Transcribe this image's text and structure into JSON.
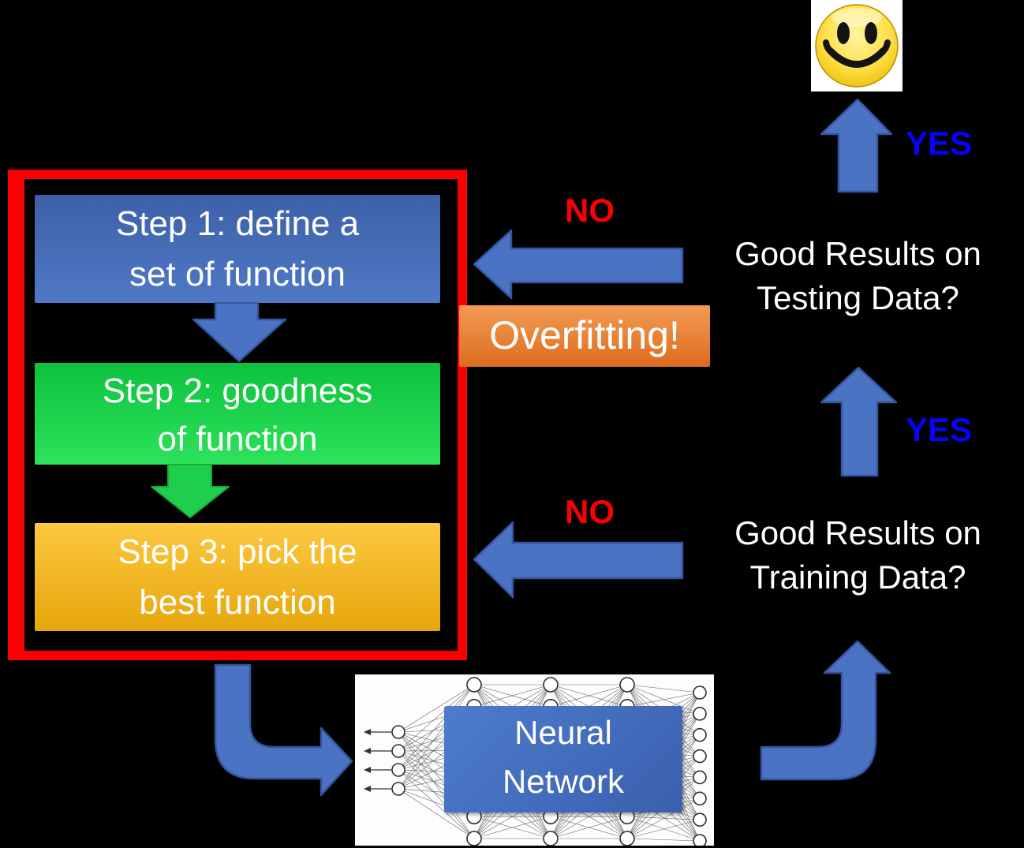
{
  "slide": {
    "description": "Three steps for deep learning flowchart"
  },
  "steps": [
    {
      "line1": "Step 1: define a",
      "line2": "set of function"
    },
    {
      "line1": "Step 2: goodness",
      "line2": "of function"
    },
    {
      "line1": "Step 3: pick the",
      "line2": "best function"
    }
  ],
  "labels": {
    "overfitting": "Overfitting!",
    "no_top": "NO",
    "no_bottom": "NO",
    "yes_top": "YES",
    "yes_mid": "YES"
  },
  "questions": {
    "testing_line1": "Good Results on",
    "testing_line2": "Testing Data?",
    "training_line1": "Good Results on",
    "training_line2": "Training Data?"
  },
  "nn_label": {
    "line1": "Neural",
    "line2": "Network"
  },
  "nn": {
    "inputs": 4,
    "hidden_layers": 3,
    "hidden_nodes": 8,
    "outputs": 8
  },
  "colors": {
    "background": "#000000",
    "frame-red": "#fb0000",
    "arrow-blue": "#4a73c4",
    "arrow-blue-edge": "#35549b",
    "green-arrow": "#1ecf4e",
    "green-arrow-edge": "#14aa3e",
    "step1-top": "#3d61a8",
    "step1-bottom": "#4f78c6",
    "step2-top": "#0dc23e",
    "step2-bottom": "#2ee25b",
    "step3-top": "#fcc840",
    "step3-bottom": "#e7a60c",
    "overfit-top": "#f29b54",
    "overfit-bottom": "#dd6c1e",
    "nnbox-top": "#4e7ccd",
    "nnbox-bottom": "#3a5fae",
    "no-red": "#fb0000",
    "yes-blue": "#0404f8",
    "text-white": "#ffffff",
    "smiley-yellow": "#ffe14a"
  }
}
